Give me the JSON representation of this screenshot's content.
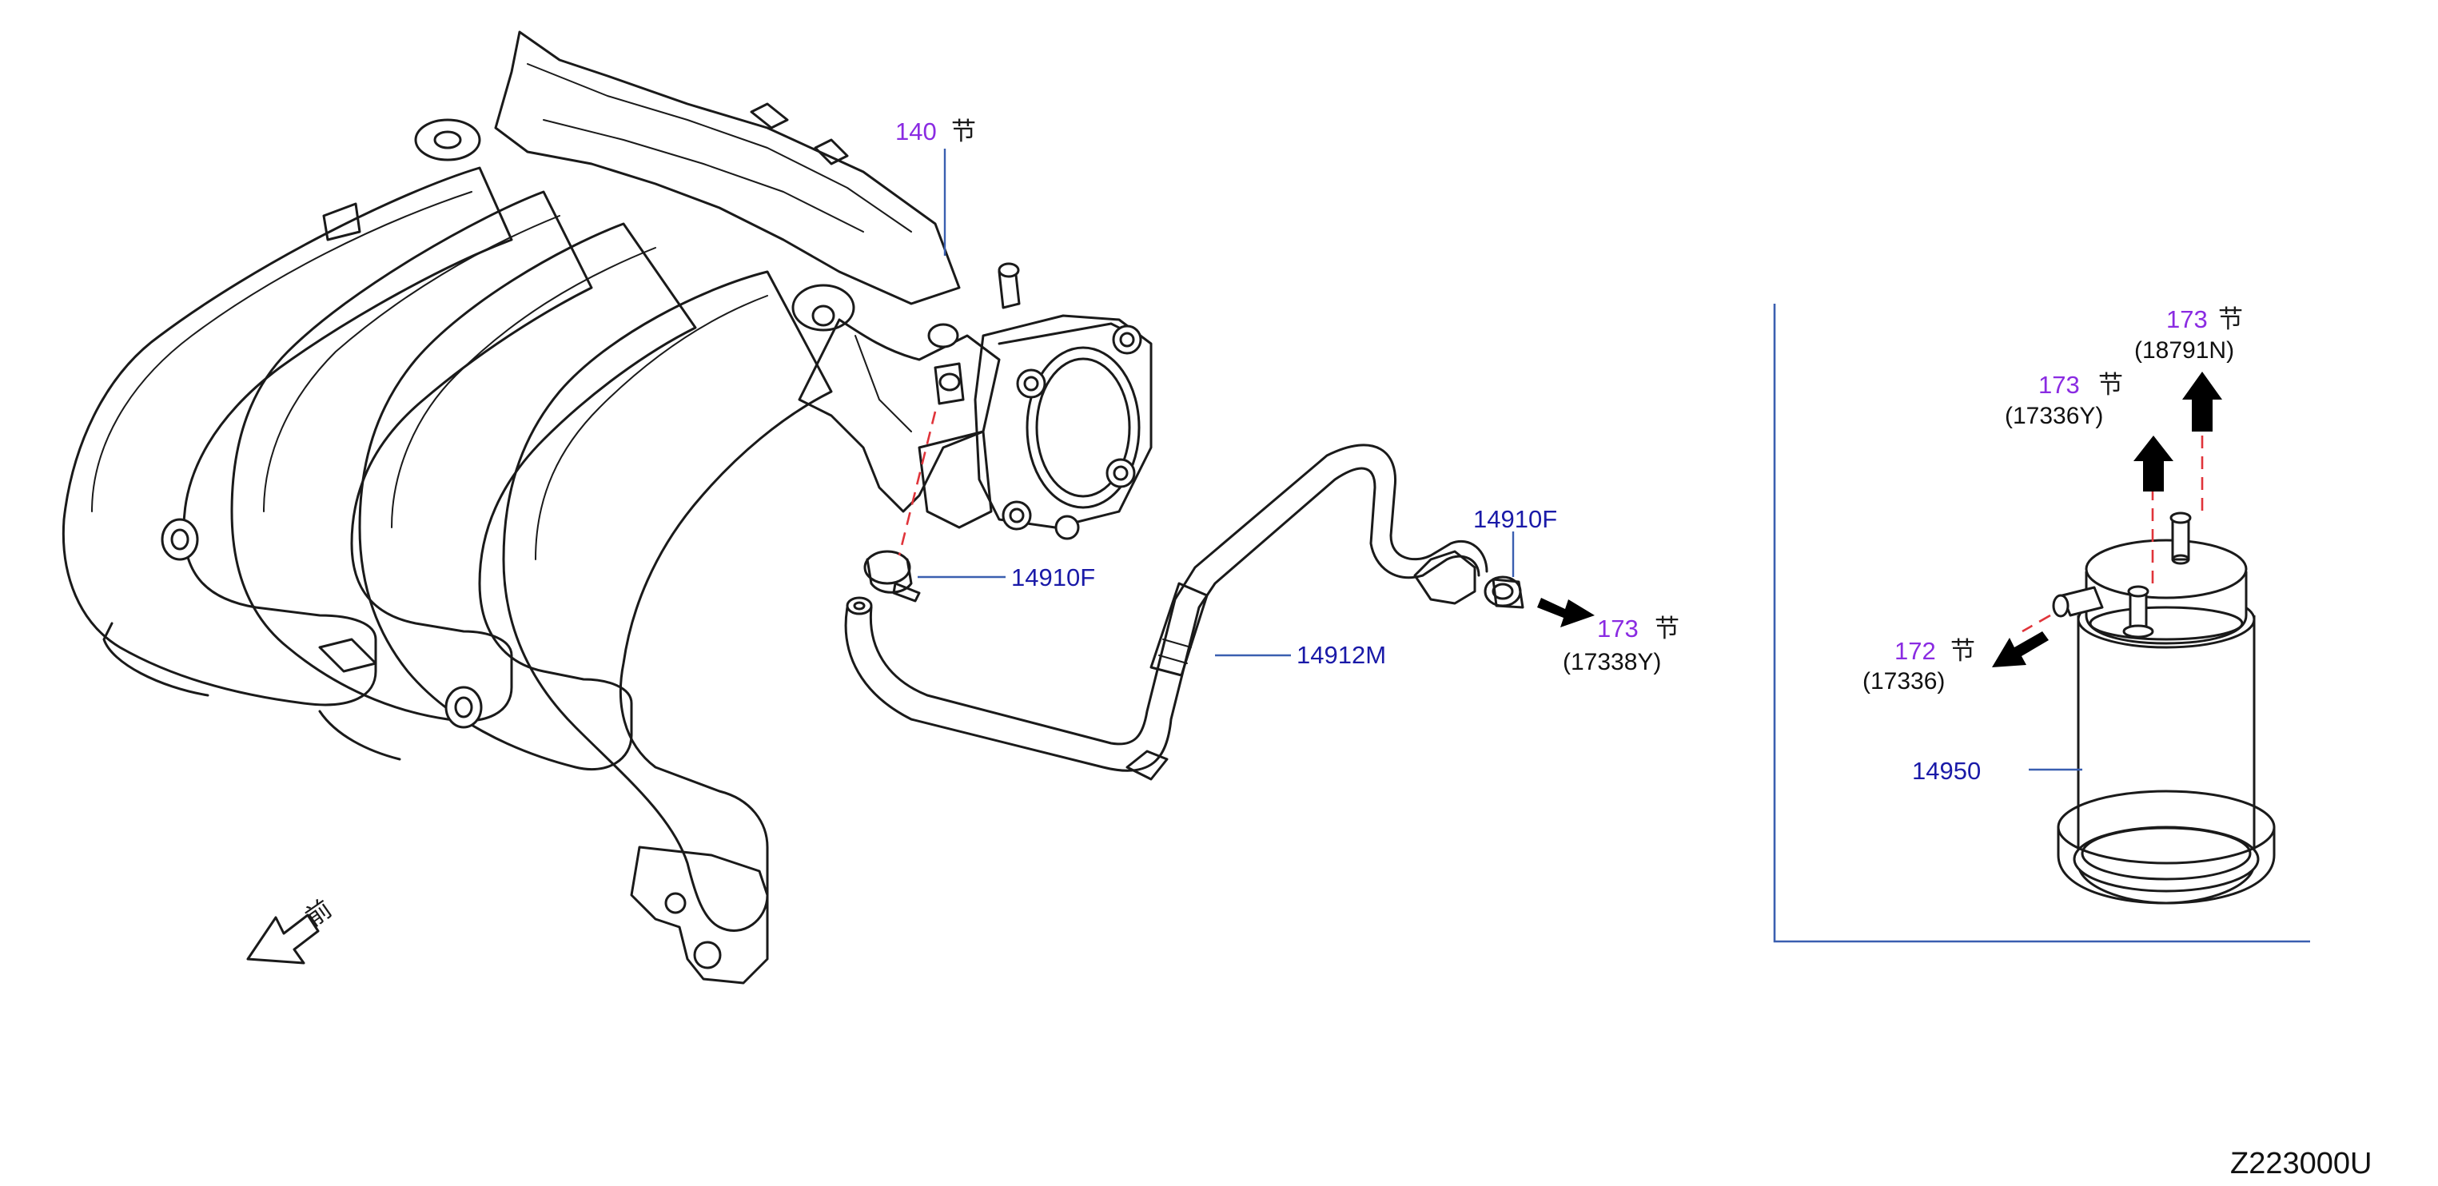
{
  "diagram_code": "Z223000U",
  "front_marker": {
    "label": "前"
  },
  "callouts": {
    "intake_manifest_ref": {
      "section": "140",
      "suffix": "节"
    },
    "clamp_left": {
      "part": "14910F"
    },
    "clamp_right": {
      "part": "14910F"
    },
    "hose": {
      "part": "14912M"
    },
    "hose_outlet_ref": {
      "section": "173",
      "suffix": "节",
      "subpart": "(17338Y)"
    },
    "canister": {
      "part": "14950"
    },
    "canister_top_ref_a": {
      "section": "173",
      "suffix": "节",
      "subpart": "(18791N)"
    },
    "canister_top_ref_b": {
      "section": "173",
      "suffix": "节",
      "subpart": "(17336Y)"
    },
    "canister_side_ref": {
      "section": "172",
      "suffix": "节",
      "subpart": "(17336)"
    }
  },
  "colors": {
    "part_number": "#1a1aa8",
    "section_ref": "#8a2be2",
    "leader_line": "#3a5fb0",
    "dashed_guide": "#e0343a",
    "line_art": "#1a1a1a"
  }
}
